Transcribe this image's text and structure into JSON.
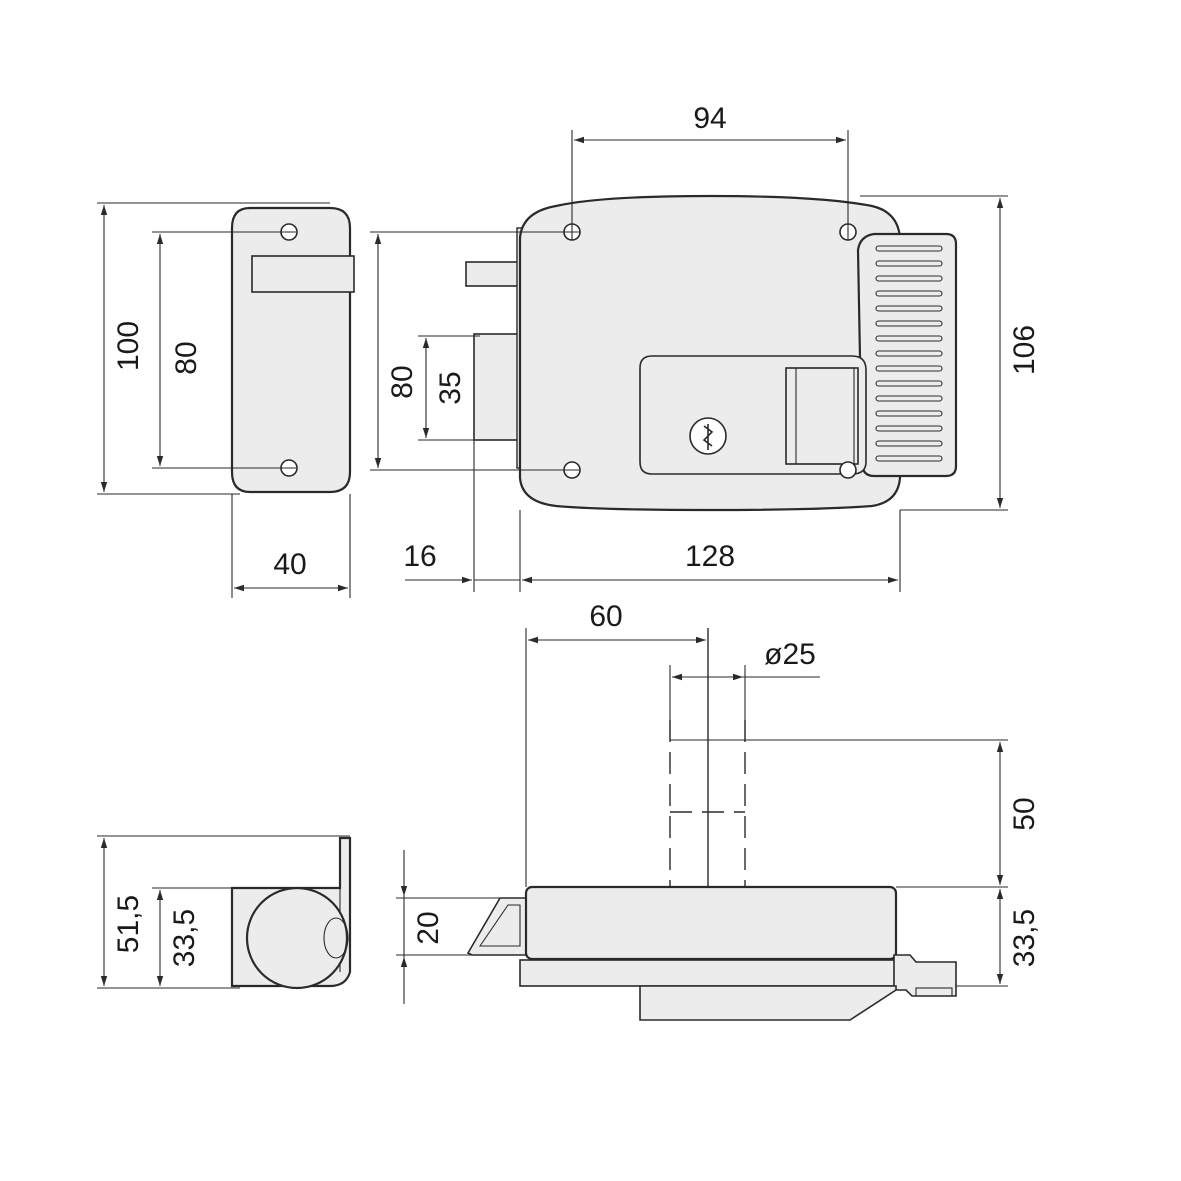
{
  "dimensions": {
    "side_total_height": "100",
    "side_hole_spacing": "80",
    "side_width": "40",
    "front_hole_spacing_h": "94",
    "front_total_height": "106",
    "front_hole_spacing_v": "80",
    "bolt_height": "35",
    "bolt_projection": "16",
    "front_width": "128",
    "cylinder_offset": "60",
    "cylinder_diameter": "ø25",
    "cylinder_length": "50",
    "case_depth_right": "33,5",
    "latch_height": "20",
    "end_total_height": "51,5",
    "end_case_depth": "33,5"
  }
}
